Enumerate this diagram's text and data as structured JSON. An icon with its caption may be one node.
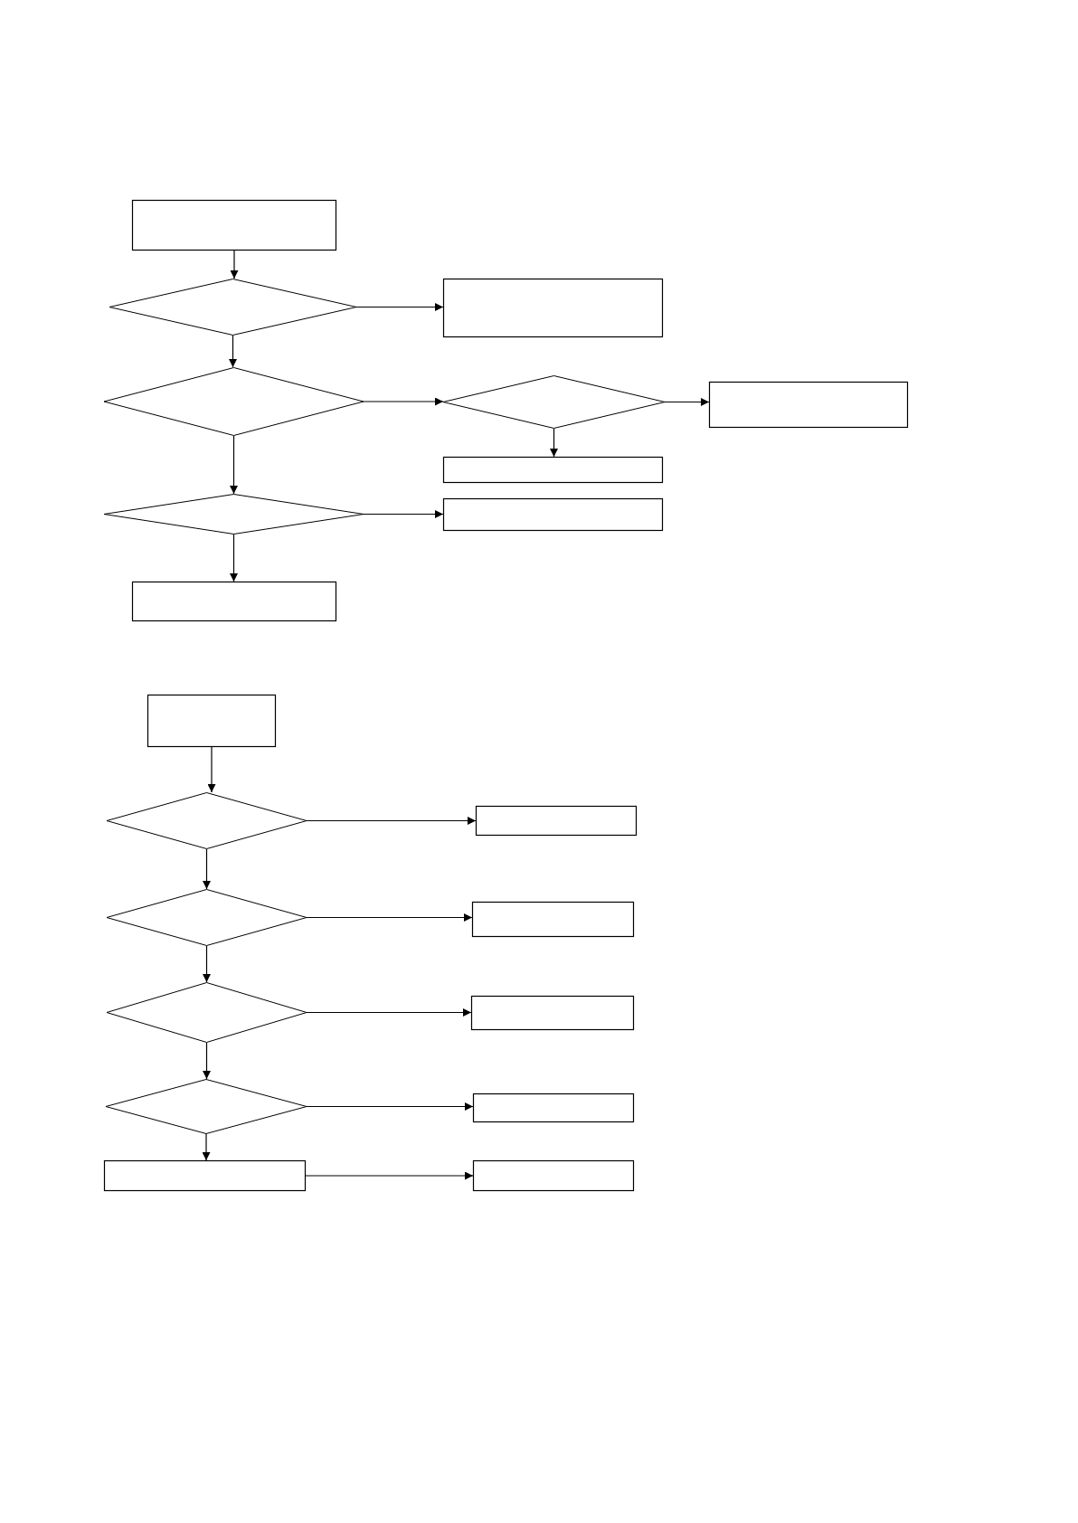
{
  "diagram": {
    "nodes": [
      {
        "text": [],
        "shape": "box"
      },
      {
        "text": [],
        "shape": "diamond"
      },
      {
        "text": [],
        "shape": "box"
      },
      {
        "text": [],
        "shape": "diamond"
      },
      {
        "text": [],
        "shape": "diamond"
      },
      {
        "text": [],
        "shape": "box"
      },
      {
        "text": [],
        "shape": "box"
      },
      {
        "text": [],
        "shape": "diamond"
      },
      {
        "text": [],
        "shape": "box"
      },
      {
        "text": [],
        "shape": "box"
      },
      {
        "text": [],
        "shape": "box"
      },
      {
        "text": [],
        "shape": "diamond"
      },
      {
        "text": [],
        "shape": "box"
      },
      {
        "text": [],
        "shape": "diamond"
      },
      {
        "text": [],
        "shape": "box"
      },
      {
        "text": [],
        "shape": "diamond"
      },
      {
        "text": [],
        "shape": "box"
      },
      {
        "text": [],
        "shape": "diamond"
      },
      {
        "text": [],
        "shape": "box"
      },
      {
        "text": [],
        "shape": "box"
      },
      {
        "text": [],
        "shape": "box"
      }
    ],
    "edges": [
      {
        "from": 0,
        "to": 1,
        "arrow": "to"
      },
      {
        "from": 1,
        "to": 2,
        "arrow": "to"
      },
      {
        "from": 1,
        "to": 3,
        "arrow": "to"
      },
      {
        "from": 3,
        "to": 4,
        "arrow": "to"
      },
      {
        "from": 4,
        "to": 5,
        "arrow": "to"
      },
      {
        "from": 4,
        "to": 6,
        "arrow": "to"
      },
      {
        "from": 3,
        "to": 7,
        "arrow": "to"
      },
      {
        "from": 7,
        "to": 8,
        "arrow": "to"
      },
      {
        "from": 7,
        "to": 9,
        "arrow": "to"
      },
      {
        "from": 10,
        "to": 11,
        "arrow": "to"
      },
      {
        "from": 11,
        "to": 12,
        "arrow": "to"
      },
      {
        "from": 11,
        "to": 13,
        "arrow": "to"
      },
      {
        "from": 13,
        "to": 14,
        "arrow": "to"
      },
      {
        "from": 13,
        "to": 15,
        "arrow": "to"
      },
      {
        "from": 15,
        "to": 16,
        "arrow": "to"
      },
      {
        "from": 15,
        "to": 17,
        "arrow": "to"
      },
      {
        "from": 17,
        "to": 18,
        "arrow": "to"
      },
      {
        "from": 17,
        "to": 19,
        "arrow": "to"
      },
      {
        "from": 19,
        "to": 20,
        "arrow": "to"
      }
    ]
  }
}
